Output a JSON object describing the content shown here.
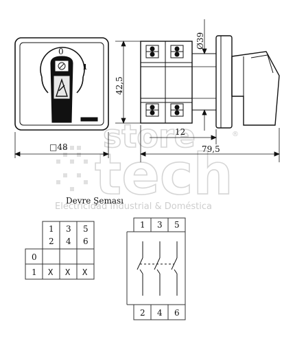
{
  "front_view": {
    "pos_0": "0",
    "pos_1": "1",
    "dim_width": "□48"
  },
  "side_view": {
    "dim_height": "42,5",
    "dim_diameter": "Ø39",
    "dim_depth_short": "12",
    "dim_depth_total": "79,5"
  },
  "watermark": {
    "line1": "store",
    "line2": "tech",
    "registered": "®",
    "tagline": "Electricidad Industrial & Doméstica"
  },
  "schema_title": "Devre Şeması",
  "switch_table": {
    "contact_headers": [
      {
        "top": "1",
        "bottom": "2"
      },
      {
        "top": "3",
        "bottom": "4"
      },
      {
        "top": "5",
        "bottom": "6"
      }
    ],
    "rows": [
      {
        "position": "0",
        "cells": [
          "",
          "",
          ""
        ]
      },
      {
        "position": "1",
        "cells": [
          "X",
          "X",
          "X"
        ]
      }
    ]
  },
  "wiring": {
    "top_terminals": [
      "1",
      "3",
      "5"
    ],
    "bottom_terminals": [
      "2",
      "4",
      "6"
    ]
  },
  "colors": {
    "line": "#111111",
    "grid": "#555555",
    "watermark": "#c8c8c8",
    "handle": "#111111",
    "logo_bg": "#e8e8e8"
  }
}
